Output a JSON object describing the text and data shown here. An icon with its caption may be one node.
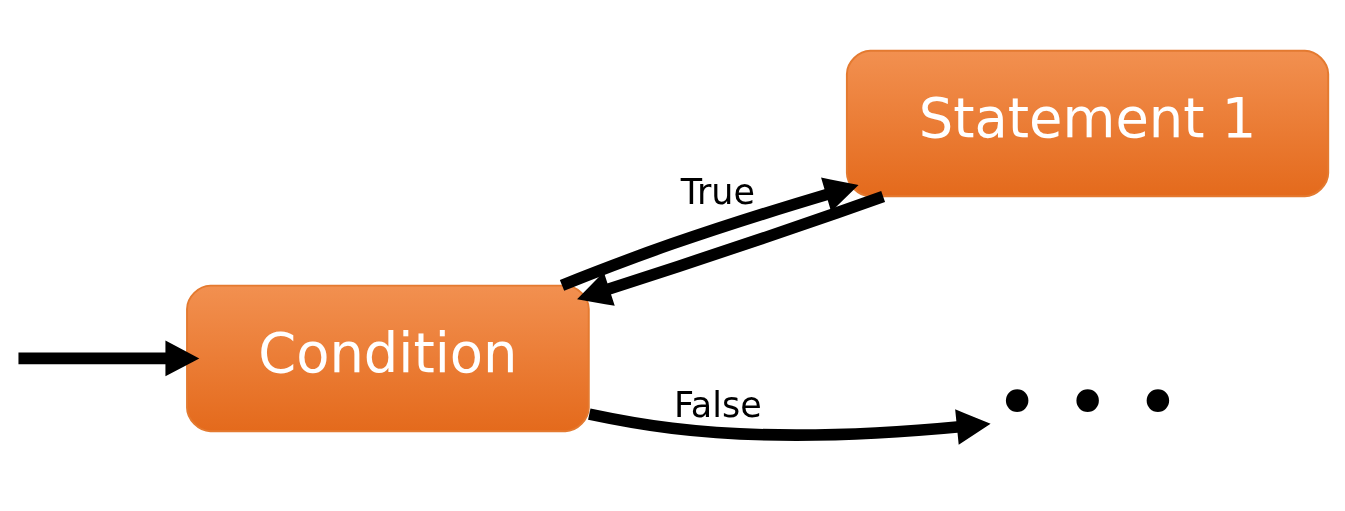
{
  "diagram": {
    "nodes": [
      {
        "text": [
          "Condition"
        ]
      },
      {
        "text": [
          "Statement 1"
        ]
      },
      {
        "text": [
          "• • •"
        ]
      }
    ],
    "edges": [
      {
        "from": null,
        "to": 0,
        "arrow": "to"
      },
      {
        "from": 0,
        "to": 2,
        "arrow": "to",
        "label": "False"
      },
      {
        "from": 0,
        "to": 1,
        "arrow": "to",
        "label": "True"
      },
      {
        "from": 1,
        "to": 0,
        "arrow": "to"
      }
    ]
  }
}
